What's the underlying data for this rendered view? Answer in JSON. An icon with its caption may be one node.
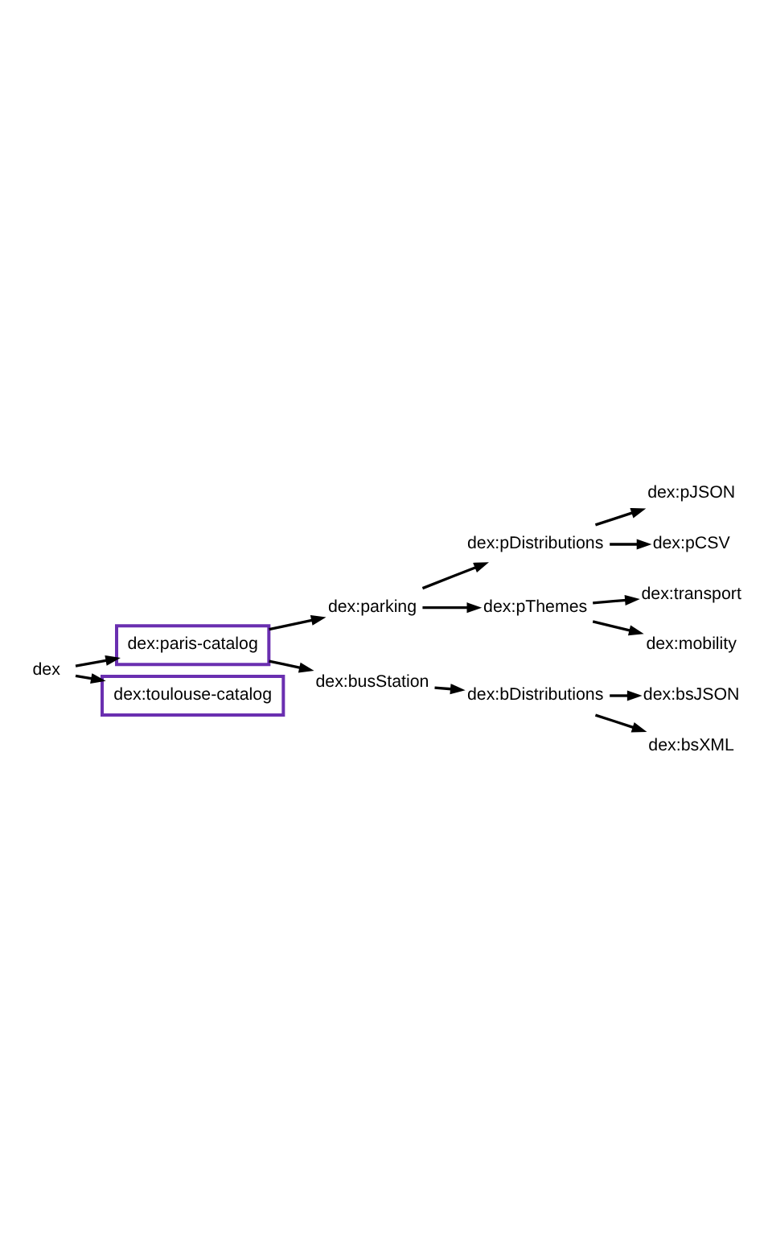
{
  "diagram": {
    "nodes": [
      {
        "text": [
          "dex"
        ]
      },
      {
        "text": [
          "dex:paris-catalog"
        ]
      },
      {
        "text": [
          "dex:parking"
        ]
      },
      {
        "text": [
          "dex:pDistributions"
        ]
      },
      {
        "text": [
          "dex:pJSON"
        ]
      },
      {
        "text": [
          "dex:pCSV"
        ]
      },
      {
        "text": [
          "dex:pThemes"
        ]
      },
      {
        "text": [
          "dex:transport"
        ]
      },
      {
        "text": [
          "dex:mobility"
        ]
      },
      {
        "text": [
          "dex:busStation"
        ]
      },
      {
        "text": [
          "dex:bDistributions"
        ]
      },
      {
        "text": [
          "dex:bsJSON"
        ]
      },
      {
        "text": [
          "dex:bsXML"
        ]
      },
      {
        "text": [
          "dex:toulouse-catalog"
        ]
      }
    ],
    "edges": [
      {
        "from": 0,
        "to": 1,
        "arrow": "to"
      },
      {
        "from": 1,
        "to": 2,
        "arrow": "to"
      },
      {
        "from": 2,
        "to": 3,
        "arrow": "to"
      },
      {
        "from": 3,
        "to": 4,
        "arrow": "to"
      },
      {
        "from": 3,
        "to": 5,
        "arrow": "to"
      },
      {
        "from": 2,
        "to": 6,
        "arrow": "to"
      },
      {
        "from": 6,
        "to": 7,
        "arrow": "to"
      },
      {
        "from": 6,
        "to": 8,
        "arrow": "to"
      },
      {
        "from": 1,
        "to": 9,
        "arrow": "to"
      },
      {
        "from": 9,
        "to": 10,
        "arrow": "to"
      },
      {
        "from": 10,
        "to": 11,
        "arrow": "to"
      },
      {
        "from": 10,
        "to": 12,
        "arrow": "to"
      },
      {
        "from": 0,
        "to": 13,
        "arrow": "to"
      }
    ]
  }
}
